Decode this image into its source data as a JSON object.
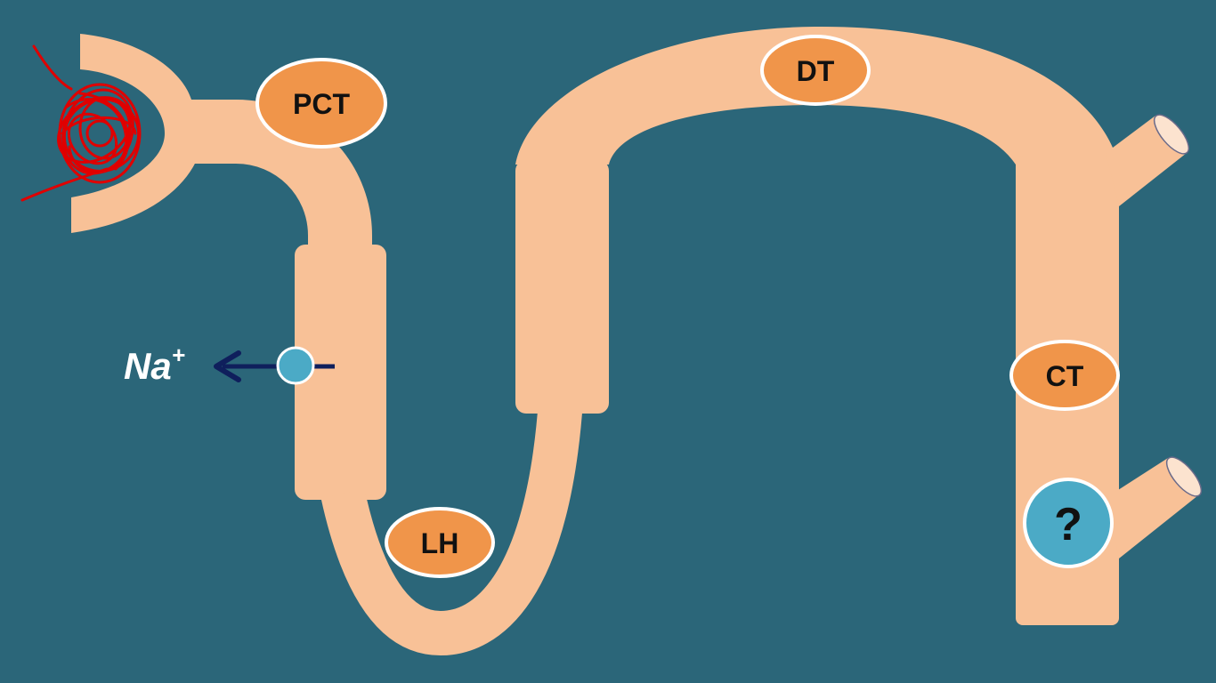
{
  "diagram": {
    "labels": {
      "pct": "PCT",
      "dt": "DT",
      "lh": "LH",
      "ct": "CT",
      "unknown": "?"
    },
    "ion": {
      "symbol": "Na",
      "charge": "+"
    }
  },
  "colors": {
    "background": "#2B6679",
    "tubule": "#F8C197",
    "label_fill": "#F0954A",
    "label_border": "#FFFFFF",
    "transporter": "#4BAAC6",
    "arrow": "#0F1F5C",
    "glomerulus": "#E00000"
  }
}
